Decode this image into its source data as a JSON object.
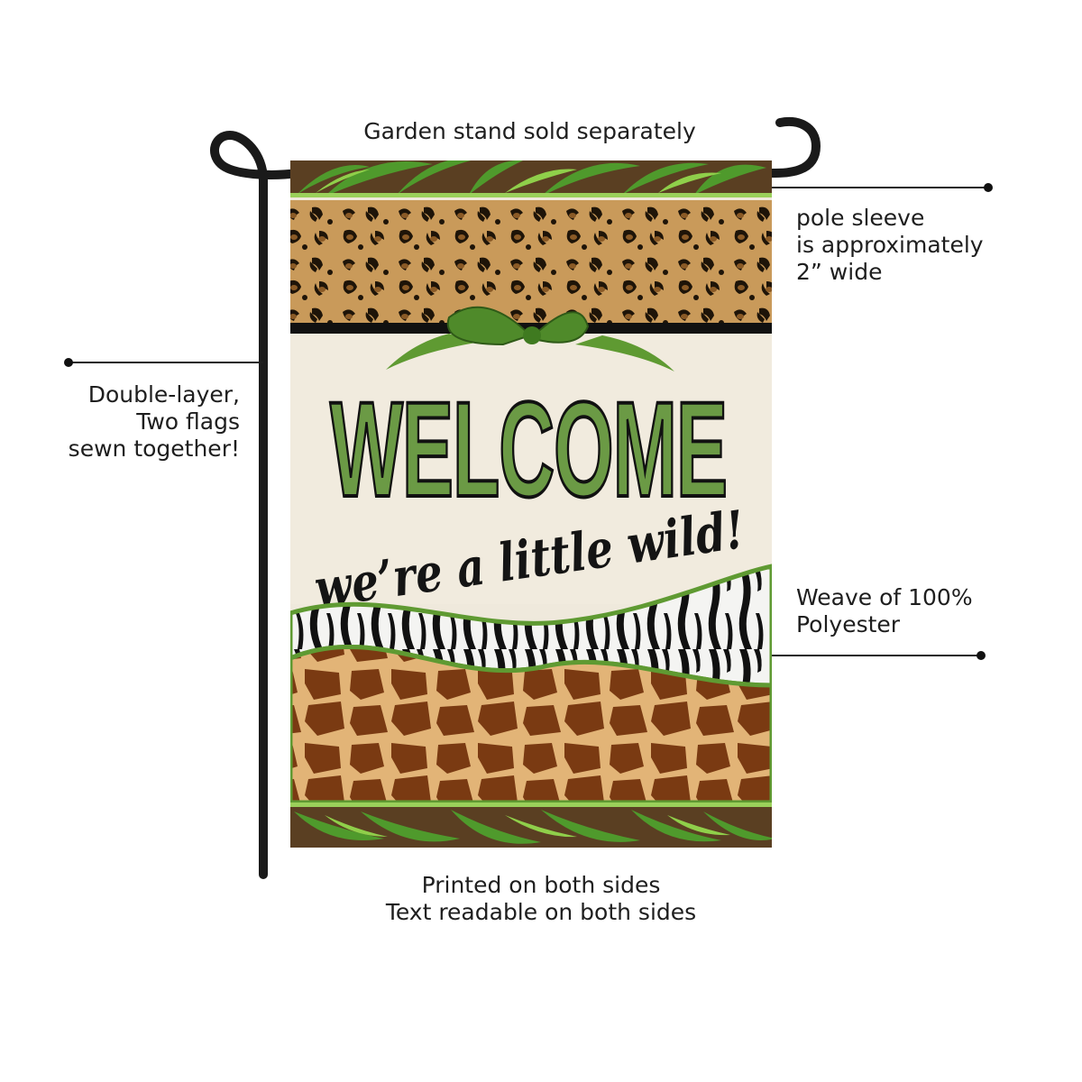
{
  "callouts": {
    "top": [
      "Garden stand sold separately"
    ],
    "sleeve": [
      "pole sleeve",
      "is approximately",
      "2” wide"
    ],
    "layer": [
      "Double-layer,",
      "Two flags",
      "sewn together!"
    ],
    "weave": [
      "Weave of 100%",
      "Polyester"
    ],
    "bottom": [
      "Printed on both sides",
      "Text readable on both sides"
    ]
  },
  "flag": {
    "headline": "WELCOME",
    "tagline": "we’re a little wild!"
  },
  "colors": {
    "stand": "#1a1a1a",
    "leaf_green": "#4f9a2c",
    "headline_green": "#5f8a3c",
    "leopard_base": "#c99a5a",
    "giraffe_base": "#7a3a12",
    "giraffe_lines": "#e2b477",
    "cream": "#efe9dc"
  }
}
